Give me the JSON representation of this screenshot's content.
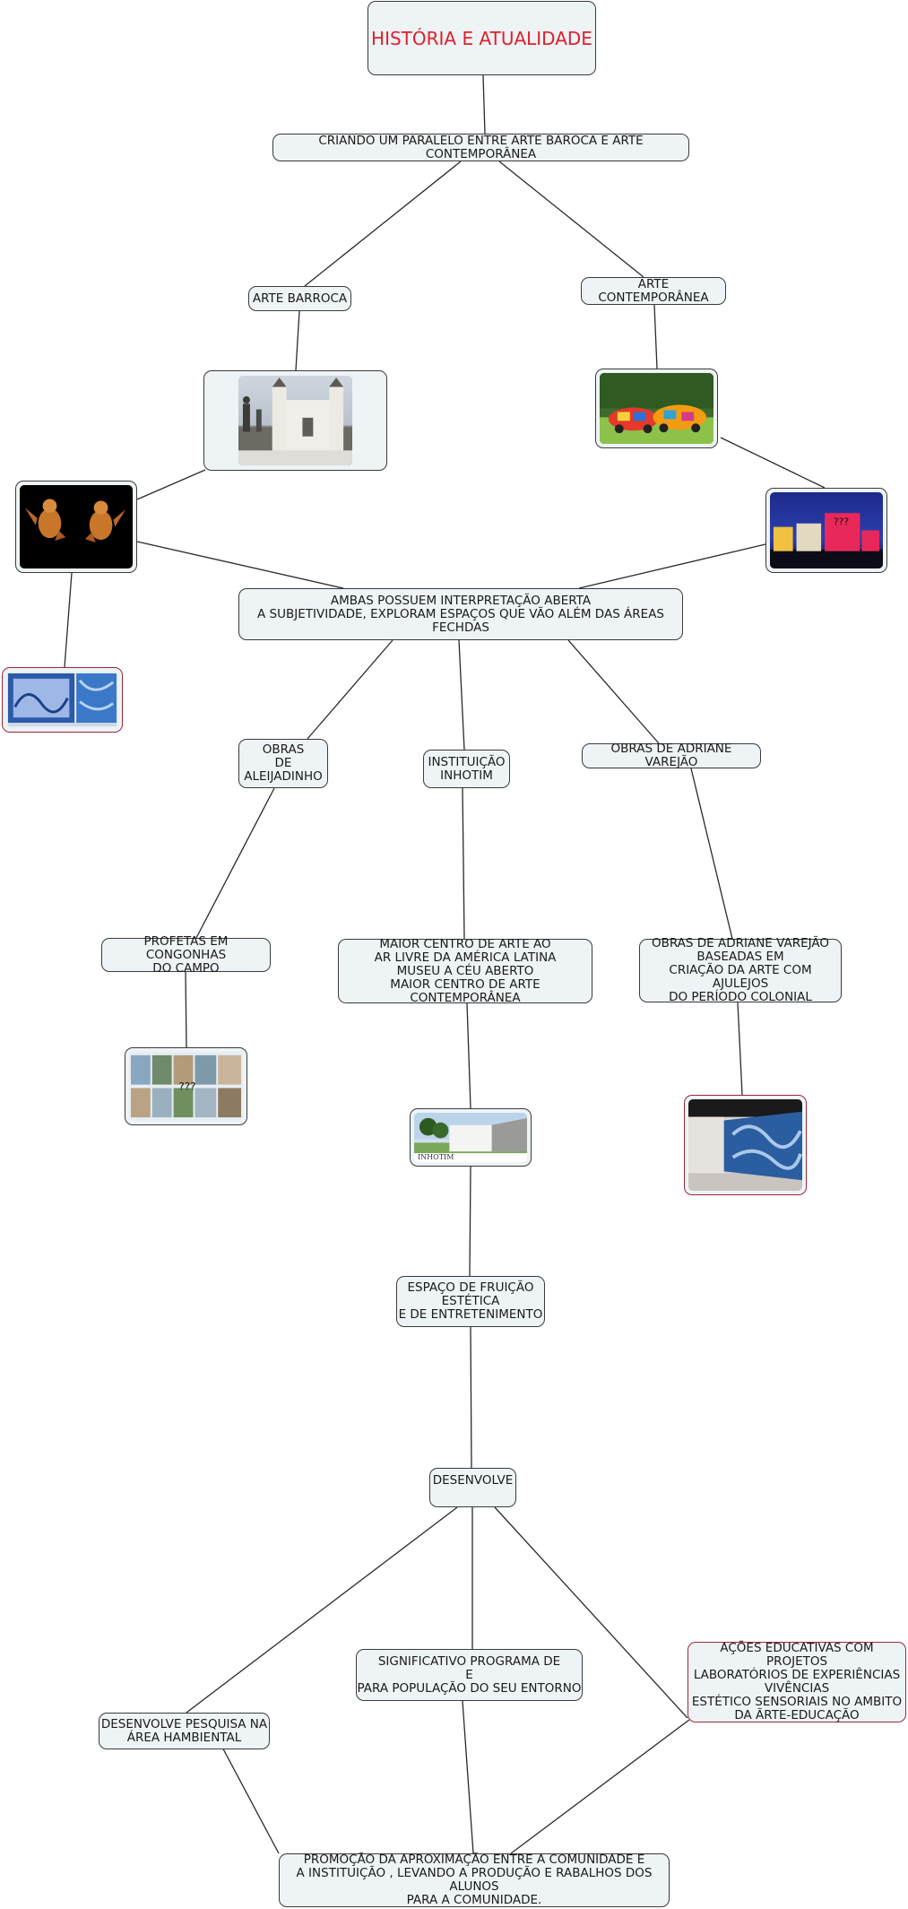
{
  "title": "HISTÓRIA E ATUALIDADE",
  "nodes": {
    "paralelo": "CRIANDO UM PARALELO ENTRE ARTE BAROCA E ARTE CONTEMPORÂNEA",
    "arte_barroca": "ARTE BARROCA",
    "arte_contemporanea": "ARTE CONTEMPORÂNEA",
    "ambas": "AMBAS POSSUEM INTERPRETAÇÃO ABERTA\nA SUBJETIVIDADE, EXPLORAM ESPAÇOS QUE VÃO ALÉM DAS ÁREAS FECHDAS",
    "obras_aleijadinho": "OBRAS\nDE\nALEIJADINHO",
    "instituicao_inhotim": "INSTITUIÇÃO\nINHOTIM",
    "obras_adriane": "OBRAS DE ADRIANE VAREJÃO",
    "profetas": "PROFETAS EM CONGONHAS\nDO CAMPO",
    "maior_centro": "MAIOR CENTRO DE ARTE AO\nAR LIVRE DA AMÉRICA LATINA\nMUSEU A CÉU ABERTO\nMAIOR CENTRO DE ARTE CONTEMPORÂNEA",
    "obras_adriane_baseadas": "OBRAS  DE ADRIANE VAREJÃO\nBASEADAS EM\nCRIAÇÃO DA ARTE COM AJULEJOS\nDO PERÍODO COLONIAL",
    "espaco_fruicao": "ESPAÇO DE FRUIÇÃO\nESTÉTICA\nE DE ENTRETENIMENTO",
    "desenvolve": "DESENVOLVE",
    "programa": "SIGNIFICATIVO PROGRAMA DE\nE\nPARA POPULAÇÃO DO SEU ENTORNO",
    "acoes": "AÇÕES EDUCATIVAS COM PROJETOS\nLABORATÓRIOS DE EXPERIÊNCIAS\nVIVÊNCIAS\nESTÉTICO SENSORIAIS  NO AMBITO\nDA ÃRTE-EDUCAÇÃO",
    "pesquisa": "DESENVOLVE PESQUISA NA\nÁREA HAMBIENTAL",
    "promocao": "PROMOÇÃO DA APROXIMAÇÃO ENTRE A COMUNIDADE E\nA INSTITUIÇÃO , LEVANDO A PRODUÇÃO E RABALHOS DOS ALUNOS\nPARA A COMUNIDADE."
  },
  "image_captions": {
    "inhotim_logo": "INHOTIM",
    "painted_panel": "???"
  },
  "colors": {
    "node_fill": "#eef3f6",
    "node_border": "#3a3a3a",
    "accent_border": "#9b2a3a",
    "title_text": "#e0202a",
    "edge": "#2a2a2a"
  }
}
